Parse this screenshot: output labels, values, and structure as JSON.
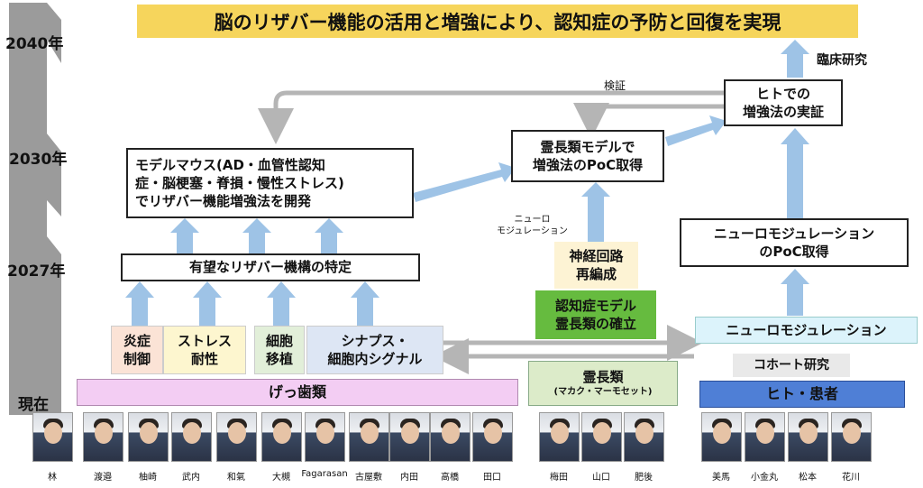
{
  "title": "脳のリザバー機能の活用と増強により、認知症の予防と回復を実現",
  "timeline": {
    "y2040": "2040年",
    "y2030": "2030年",
    "y2027": "2027年",
    "now": "現在"
  },
  "labels": {
    "clinical": "臨床研究",
    "verification": "検証",
    "neuromod_small": "ニューロ\nモジュレーション"
  },
  "boxes": {
    "human_enhance": "ヒトでの\n増強法の実証",
    "primate_poc": "霊長類モデルで\n増強法のPoC取得",
    "model_mouse": "モデルマウス(AD・血管性認知\n症・脳梗塞・脊損・慢性ストレス)\nでリザバー機能増強法を開発",
    "neuromod_poc": "ニューロモジュレーション\nのPoC取得",
    "reservoir_mech": "有望なリザバー機構の特定",
    "neural_circuit": "神経回路\n再編成",
    "dementia_model": "認知症モデル\n霊長類の確立",
    "inflammation": "炎症\n制御",
    "stress": "ストレス\n耐性",
    "cell_transplant": "細胞\n移植",
    "synapse": "シナプス・\n細胞内シグナル",
    "neuromodulation": "ニューロモジュレーション",
    "primates_title": "霊長類",
    "primates_sub": "(マカク・マーモセット)",
    "cohort": "コホート研究",
    "rodents": "げっ歯類",
    "human_patients": "ヒト・患者"
  },
  "people": {
    "rodent": [
      "林",
      "渡邉",
      "柚崎",
      "武内",
      "和氣",
      "大槻",
      "Fagarasan",
      "古屋敷",
      "内田",
      "高橋",
      "田口"
    ],
    "primate": [
      "梅田",
      "山口",
      "肥後"
    ],
    "human": [
      "美馬",
      "小金丸",
      "松本",
      "花川"
    ]
  },
  "colors": {
    "title_bg": "#f6d55c",
    "arrow": "#9ec3e6",
    "gray_arrow": "#b5b5b5",
    "rodent_bg": "#f3cdf3",
    "primate_bg": "#dcebc9",
    "human_bg": "#4f7fd6",
    "inflammation_bg": "#fbe3d6",
    "stress_bg": "#fdf6cf",
    "transplant_bg": "#e2efd9",
    "synapse_bg": "#dde6f4",
    "neuromod_bg": "#dcf3fb",
    "circuit_bg": "#fdf3d4",
    "dementia_bg": "#66bb3f",
    "cohort_bg": "#e9e9e9",
    "timeline": "#9b9b9b"
  }
}
